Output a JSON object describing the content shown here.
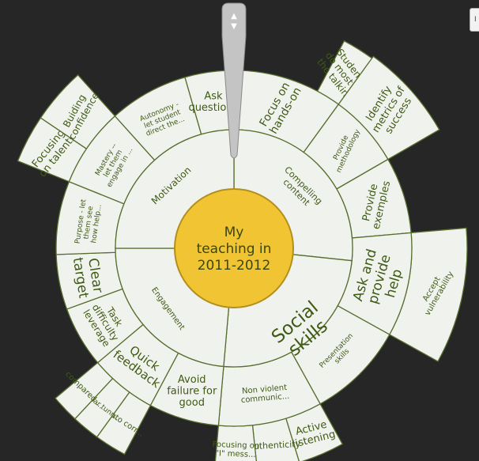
{
  "colors": {
    "background": "#262626",
    "segment_fill": "#f0f2ee",
    "segment_stroke": "#586e2e",
    "label_text": "#3f5a14",
    "center_fill": "#f1c433",
    "center_stroke": "#b3901c",
    "handle_fill": "#c4c4c4"
  },
  "handle": {
    "up_icon": "▲",
    "down_icon": "▼"
  },
  "corner_button": {
    "label": "I"
  },
  "center": {
    "lines": [
      "My",
      "teaching in",
      "2011-2012"
    ]
  },
  "rings": {
    "ring1": [
      {
        "id": "compelling-content",
        "label": [
          "Compelling",
          "content"
        ]
      },
      {
        "id": "social-skills",
        "label": [
          "Social",
          "skills"
        ]
      },
      {
        "id": "engagement",
        "label": [
          "Engagement"
        ]
      },
      {
        "id": "motivation",
        "label": [
          "Motivation"
        ]
      }
    ],
    "ring2": [
      {
        "id": "focus-on-hands-on",
        "label": [
          "Focus on",
          "hands-on"
        ]
      },
      {
        "id": "provide-methodology",
        "label": [
          "Provide",
          "methodology"
        ]
      },
      {
        "id": "provide-exemples",
        "label": [
          "Provide",
          "exemples"
        ]
      },
      {
        "id": "ask-and-provide-help",
        "label": [
          "Ask and",
          "provide",
          "help"
        ]
      },
      {
        "id": "presentation-skills",
        "label": [
          "Presentation",
          "skills"
        ]
      },
      {
        "id": "non-violent-communic",
        "label": [
          "Non violent",
          "communic..."
        ]
      },
      {
        "id": "avoid-failure-for-good",
        "label": [
          "Avoid",
          "failure for",
          "good"
        ]
      },
      {
        "id": "quick-feedback",
        "label": [
          "Quick",
          "feedback"
        ]
      },
      {
        "id": "task-difficulty-leverage",
        "label": [
          "Task",
          "difficulty",
          "leverage"
        ]
      },
      {
        "id": "clear-target",
        "label": [
          "Clear",
          "target"
        ]
      },
      {
        "id": "purpose",
        "label": [
          "Purpose - let",
          "them see",
          "how help..."
        ]
      },
      {
        "id": "mastery",
        "label": [
          "Mastery --",
          "let them",
          "engage in ..."
        ]
      },
      {
        "id": "autonomy",
        "label": [
          "Autonomy -",
          "let student",
          "direct the..."
        ]
      },
      {
        "id": "ask-questions",
        "label": [
          "Ask",
          "questions"
        ]
      }
    ],
    "ring3": [
      {
        "id": "students-do-most-of-the-talking",
        "label": [
          "Students",
          "do most of",
          "the talking"
        ]
      },
      {
        "id": "identify-metrics-of-success",
        "label": [
          "Identify",
          "metrics of",
          "success"
        ]
      },
      {
        "id": "accept-vulnerability",
        "label": [
          "Accept",
          "vulnerability"
        ]
      },
      {
        "id": "active-listening",
        "label": [
          "Active",
          "listening"
        ]
      },
      {
        "id": "authenticity",
        "label": [
          "Authenticity"
        ]
      },
      {
        "id": "focusing-on-i-mess",
        "label": [
          "Focusing on",
          "\"I\" mess..."
        ]
      },
      {
        "id": "auto-corr",
        "label": [
          "Auto corr..."
        ]
      },
      {
        "id": "clear-tunn",
        "label": [
          "clear tunn..."
        ]
      },
      {
        "id": "compared",
        "label": [
          "compared ..."
        ]
      },
      {
        "id": "focusing-on-talents",
        "label": [
          "Focusing",
          "on talents"
        ]
      },
      {
        "id": "buiding-confidence",
        "label": [
          "Buiding",
          "confidence"
        ]
      }
    ]
  }
}
